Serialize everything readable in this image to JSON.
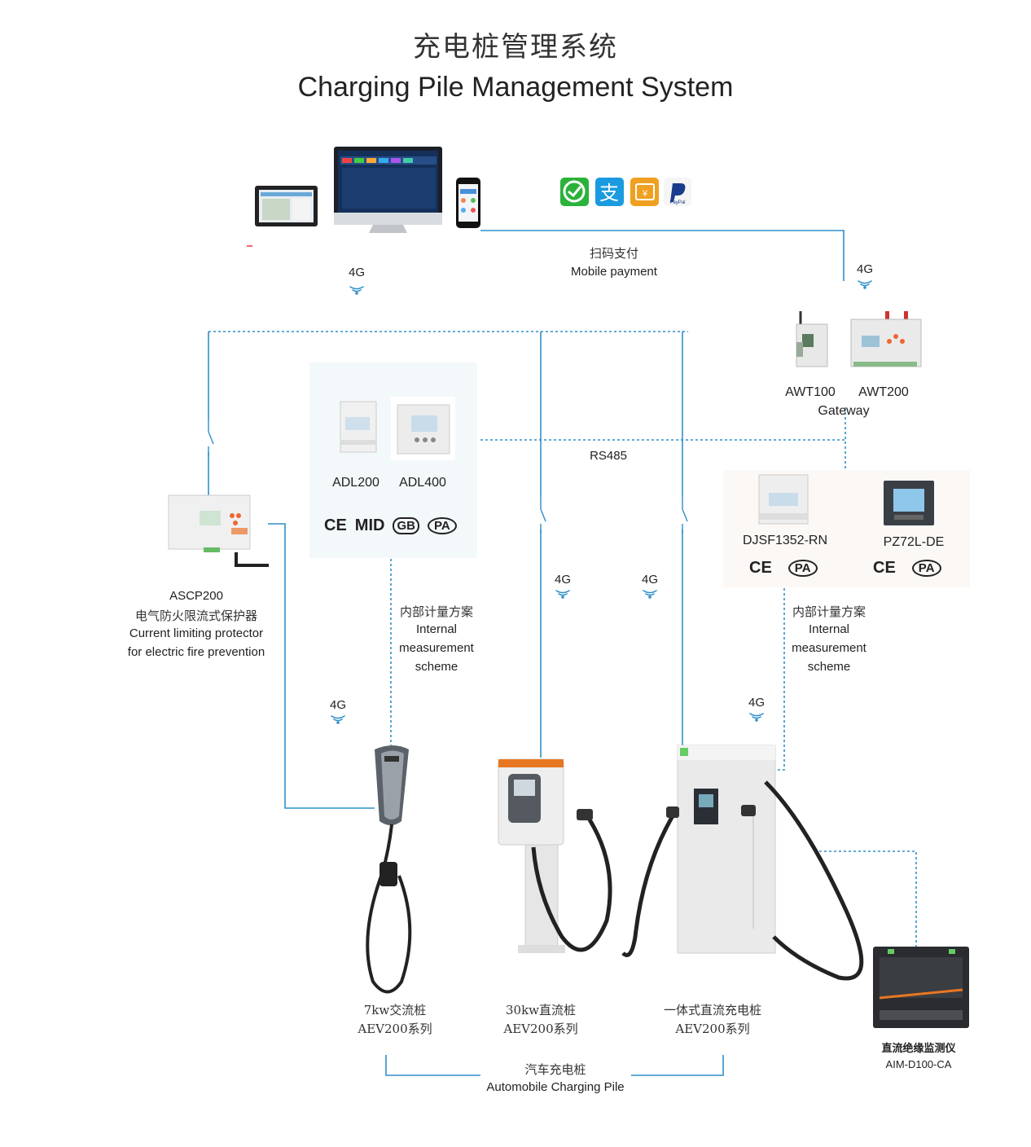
{
  "title": {
    "cn": "充电桩管理系统",
    "en": "Charging Pile Management System"
  },
  "network": {
    "signal_label": "4G",
    "rs485": "RS485",
    "mobile_payment_cn": "扫码支付",
    "mobile_payment_en": "Mobile payment"
  },
  "gateway": {
    "awt100": "AWT100",
    "awt200": "AWT200",
    "label": "Gateway"
  },
  "meters_internal": {
    "adl200": "ADL200",
    "adl400": "ADL400",
    "certs": [
      "CE",
      "MID",
      "GB",
      "PA"
    ]
  },
  "meters_external": {
    "djsf": "DJSF1352-RN",
    "pz72l": "PZ72L-DE",
    "certs": [
      "CE",
      "PA"
    ]
  },
  "protector": {
    "model": "ASCP200",
    "cn": "电气防火限流式保护器",
    "en_line1": "Current limiting protector",
    "en_line2": "for electric fire prevention"
  },
  "scheme_left": {
    "cn": "内部计量方案",
    "en_line1": "Internal",
    "en_line2": "measurement",
    "en_line3": "scheme"
  },
  "scheme_right": {
    "cn": "内部计量方案",
    "en_line1": "Internal",
    "en_line2": "measurement",
    "en_line3": "scheme"
  },
  "piles": [
    {
      "line1": "7kw交流桩",
      "line2": "AEV200系列"
    },
    {
      "line1": "30kw直流桩",
      "line2": "AEV200系列"
    },
    {
      "line1": "一体式直流充电桩",
      "line2": "AEV200系列"
    }
  ],
  "group": {
    "cn": "汽车充电桩",
    "en": "Automobile Charging Pile"
  },
  "insulation_monitor": {
    "cn": "直流绝缘监测仪",
    "model": "AIM-D100-CA"
  },
  "payment_icons": [
    "wechat-pay-icon",
    "alipay-icon",
    "union-pay-icon",
    "paypal-icon"
  ],
  "colors": {
    "line": "#2e8fc9",
    "dashed": "#2e8fc9",
    "wifi": "#2e8fc9",
    "wechat": "#2bb23a",
    "alipay": "#1a9be0",
    "unionpay": "#f0a020",
    "paypal": "#1a3c8c"
  }
}
